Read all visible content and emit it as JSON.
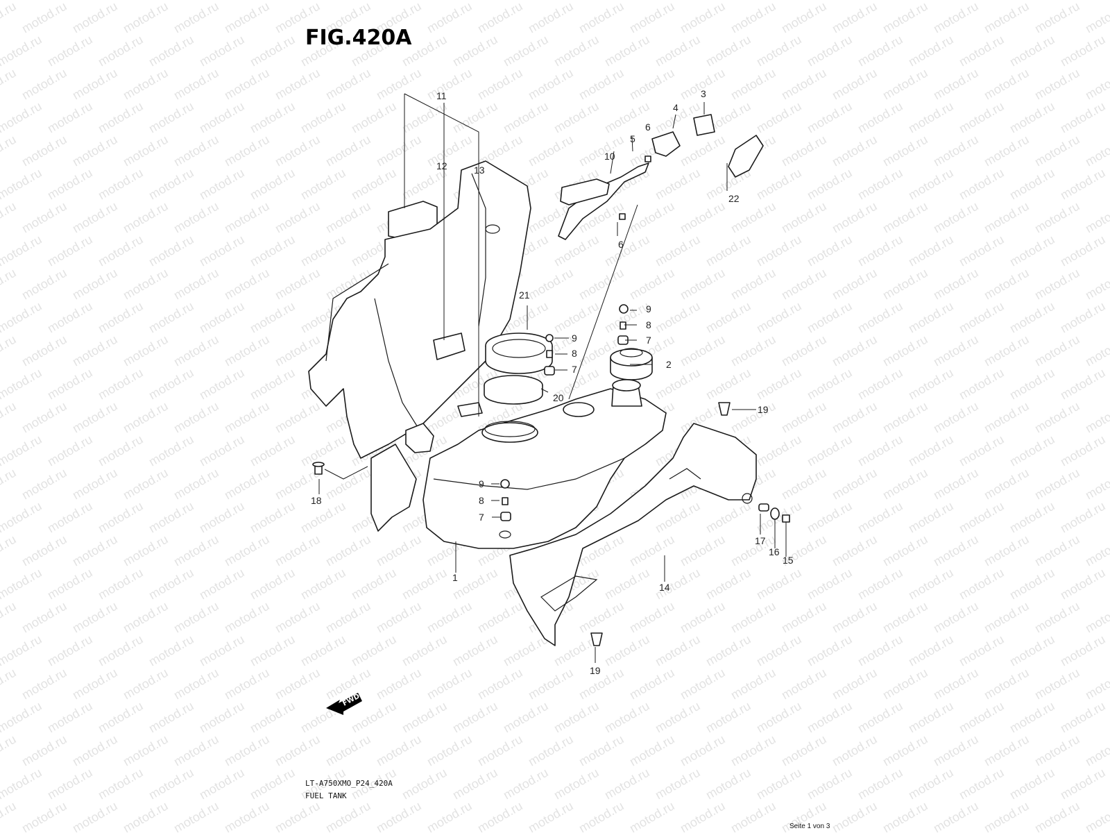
{
  "figure": {
    "title": "FIG.420A",
    "code": "LT-A750XMO_P24_420A",
    "caption": "FUEL TANK",
    "page": "Seite 1 von 3",
    "fwd_label": "FWD",
    "watermark": "motod.ru"
  },
  "callouts": [
    {
      "label": "11",
      "id": "11a"
    },
    {
      "label": "12",
      "id": "12"
    },
    {
      "label": "13",
      "id": "13"
    },
    {
      "label": "3",
      "id": "3"
    },
    {
      "label": "4",
      "id": "4"
    },
    {
      "label": "6",
      "id": "6a"
    },
    {
      "label": "5",
      "id": "5"
    },
    {
      "label": "10",
      "id": "10"
    },
    {
      "label": "22",
      "id": "22"
    },
    {
      "label": "6",
      "id": "6b"
    },
    {
      "label": "21",
      "id": "21"
    },
    {
      "label": "9",
      "id": "9a"
    },
    {
      "label": "8",
      "id": "8a"
    },
    {
      "label": "7",
      "id": "7a"
    },
    {
      "label": "9",
      "id": "9b"
    },
    {
      "label": "8",
      "id": "8b"
    },
    {
      "label": "7",
      "id": "7b"
    },
    {
      "label": "2",
      "id": "2"
    },
    {
      "label": "20",
      "id": "20"
    },
    {
      "label": "19",
      "id": "19a"
    },
    {
      "label": "18",
      "id": "18"
    },
    {
      "label": "9",
      "id": "9c"
    },
    {
      "label": "8",
      "id": "8c"
    },
    {
      "label": "7",
      "id": "7c"
    },
    {
      "label": "1",
      "id": "1"
    },
    {
      "label": "17",
      "id": "17"
    },
    {
      "label": "16",
      "id": "16"
    },
    {
      "label": "15",
      "id": "15"
    },
    {
      "label": "14",
      "id": "14"
    },
    {
      "label": "19",
      "id": "19b"
    }
  ]
}
